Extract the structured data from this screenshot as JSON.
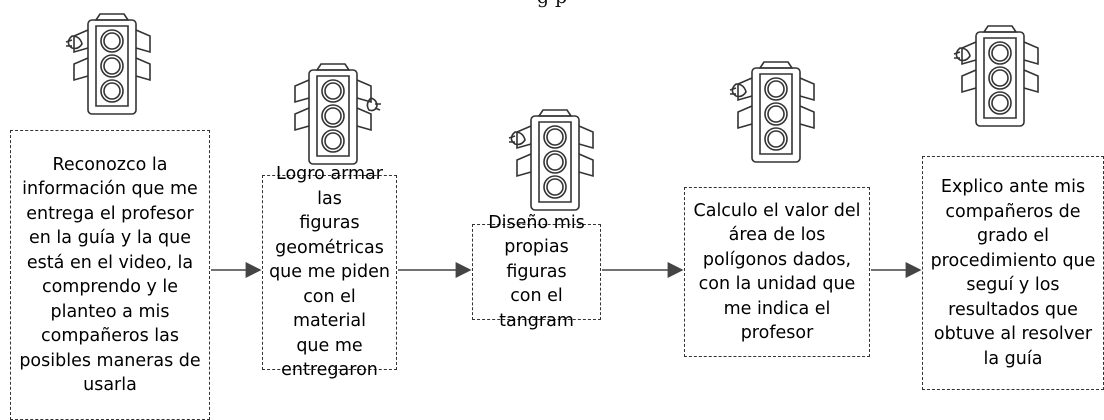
{
  "header_fragment": "g                                                                          p",
  "steps": [
    {
      "text": "Reconozco la\ninformación que me\nentrega el profesor\nen la guía y la  que\nestá en el video, la\ncomprendo y le\nplanteo a mis\ncompañeros las\nposibles maneras de\nusarla",
      "icon": "traffic-light-icon"
    },
    {
      "text": "Logro armar las\nfiguras\ngeométricas\nque me piden\ncon el material\nque me\nentregaron",
      "icon": "traffic-light-icon"
    },
    {
      "text": "Diseño mis\npropias figuras\ncon el tangram",
      "icon": "traffic-light-icon"
    },
    {
      "text": "Calculo el valor del\nárea de los\npolígonos dados,\ncon la unidad que\nme indica el\nprofesor",
      "icon": "traffic-light-icon"
    },
    {
      "text": "Explico ante mis\ncompañeros de\ngrado el\nprocedimiento que\nseguí y los\nresultados que\nobtuve al resolver\nla guía",
      "icon": "traffic-light-icon"
    }
  ],
  "colors": {
    "line": "#333333",
    "arrow": "#444444"
  }
}
